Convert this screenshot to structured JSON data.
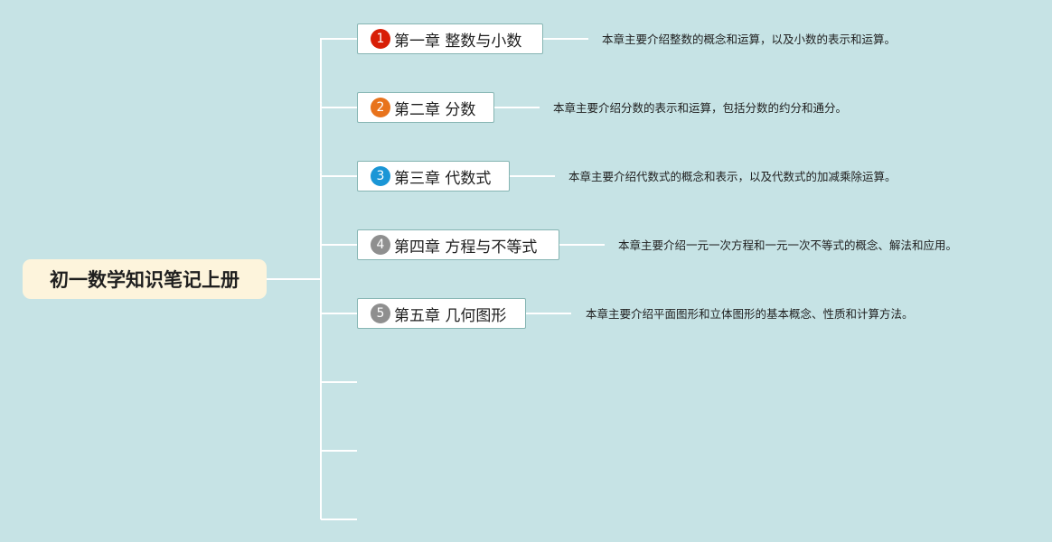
{
  "root": {
    "title": "初一数学知识笔记上册"
  },
  "chapters": [
    {
      "number": "1",
      "title": "第一章 整数与小数",
      "badge_color": "#d81e06",
      "description": "本章主要介绍整数的概念和运算，以及小数的表示和运算。"
    },
    {
      "number": "2",
      "title": "第二章 分数",
      "badge_color": "#e8731c",
      "description": "本章主要介绍分数的表示和运算，包括分数的约分和通分。"
    },
    {
      "number": "3",
      "title": "第三章 代数式",
      "badge_color": "#1a96d6",
      "description": "本章主要介绍代数式的概念和表示，以及代数式的加减乘除运算。"
    },
    {
      "number": "4",
      "title": "第四章 方程与不等式",
      "badge_color": "#8f8f8f",
      "description": "本章主要介绍一元一次方程和一元一次不等式的概念、解法和应用。"
    },
    {
      "number": "5",
      "title": "第五章 几何图形",
      "badge_color": "#8f8f8f",
      "description": "本章主要介绍平面图形和立体图形的基本概念、性质和计算方法。"
    }
  ],
  "colors": {
    "background": "#c6e3e5",
    "connector": "#ffffff",
    "root_fill": "#fdf4dc",
    "node_border": "#86b5b3"
  }
}
